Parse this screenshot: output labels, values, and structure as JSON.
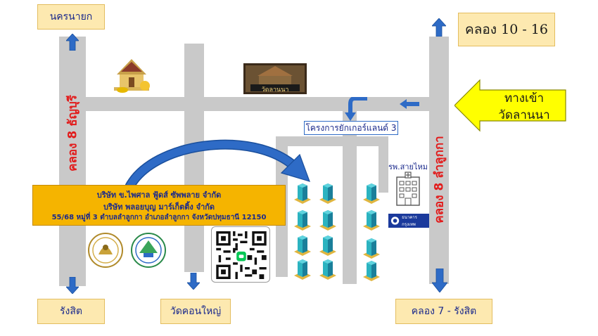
{
  "destinations": {
    "top_left": "นครนายก",
    "top_right": "คลอง 10 - 16",
    "bottom_left": "รังสิต",
    "bottom_middle": "วัดคอนใหญ่",
    "bottom_right": "คลอง 7 - รังสิต"
  },
  "roads": {
    "left_vertical": "คลอง 8 ธัญบุรี",
    "right_vertical": "คลอง 8 ลำลูกกา"
  },
  "entrance": {
    "line1": "ทางเข้า",
    "line2": "วัดลานนา"
  },
  "project_label": "โครงการยักเกอร์แลนด์ 3",
  "hospital_label": "รพ.สายไหม",
  "bank_label": "ธนาคารกรุงเทพ",
  "temple_sign": "วัดลานนา",
  "company": {
    "line1": "บริษัท ข.ไพศาล ฟู้ดส์ ซัพพลาย จำกัด",
    "line2": "บริษัท พลอยบุญ มาร์เก็ตติ้ง จำกัด",
    "line3": "55/68 หมู่ที่  3 ตำบลลำลูกกา อำเภอลำลูกกา จังหวัดปทุมธานี 12150"
  },
  "colors": {
    "road": "#c9c9c9",
    "arrow": "#2e6bc6",
    "label_bg": "#fde9b0",
    "company_bg": "#f5b400",
    "entrance_bg": "#ffff00",
    "road_text": "#e21b1b",
    "label_text": "#1b2a8c"
  },
  "icons": [
    "temple-icon",
    "temple-sign-photo",
    "hospital-icon",
    "bank-logo",
    "qr-code",
    "certification-logo-1",
    "certification-logo-2",
    "building-icon"
  ]
}
